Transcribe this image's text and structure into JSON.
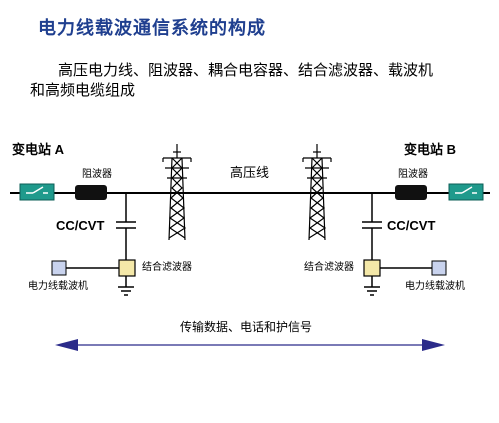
{
  "title": "电力线载波通信系统的构成",
  "subtitle": {
    "line1": "高压电力线、阻波器、耦合电容器、结合滤波器、载波机",
    "line2": "和高频电缆组成"
  },
  "diagram": {
    "station_a": "变电站 A",
    "station_b": "变电站 B",
    "wave_trap_left": "阻波器",
    "wave_trap_right": "阻波器",
    "hv_line": "高压线",
    "cc_cvt_left": "CC/CVT",
    "cc_cvt_right": "CC/CVT",
    "coupling_filter_left": "结合滤波器",
    "coupling_filter_right": "结合滤波器",
    "carrier_left": "电力线载波机",
    "carrier_right": "电力线载波机",
    "transmission": "传输数据、电话和护信号"
  },
  "colors": {
    "title": "#1f3f8f",
    "switch_fill": "#1f9a8c",
    "arrow": "#2b2b8a",
    "filter_fill": "#f4e8a8",
    "carrier_fill": "#c9d3ee"
  }
}
